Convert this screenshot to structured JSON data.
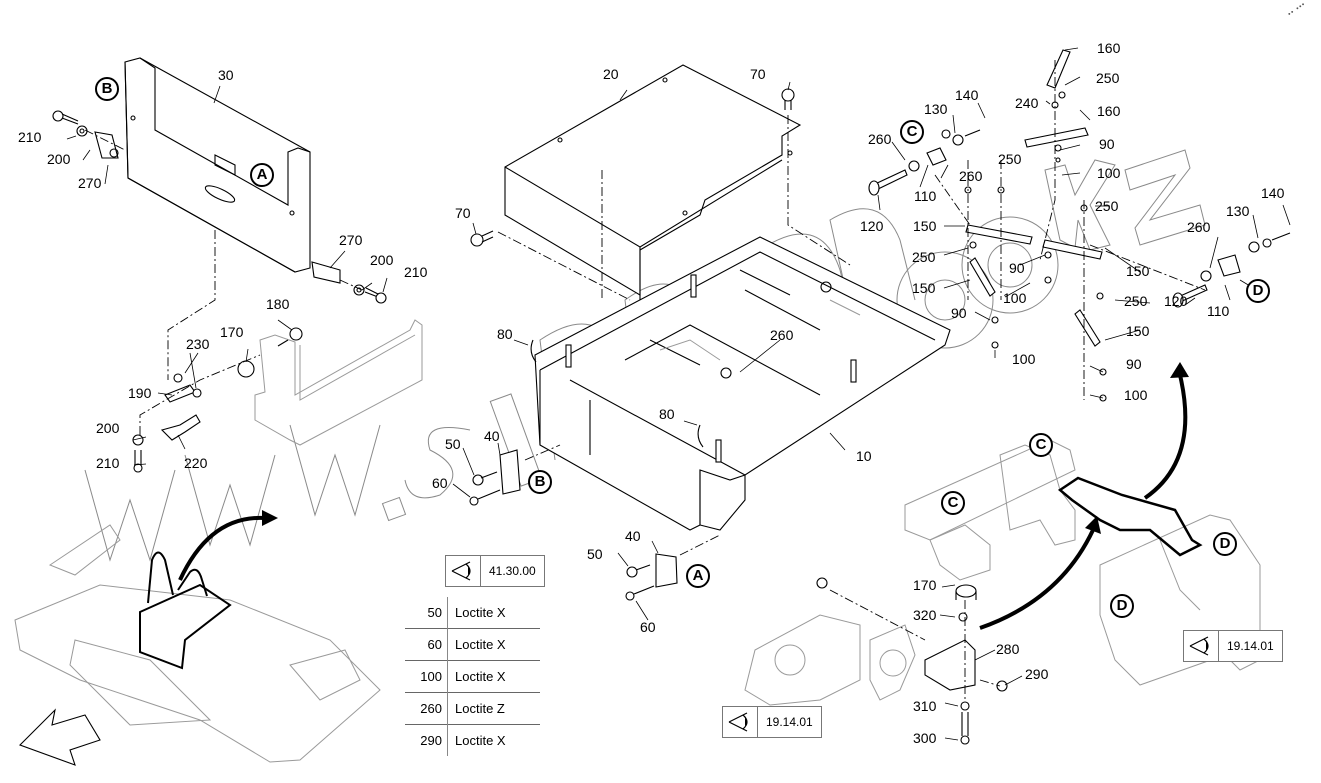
{
  "diagram": {
    "type": "exploded parts diagram",
    "subject": "paver operator platform / frame assembly",
    "watermark": "www.simkom.kz"
  },
  "callouts": {
    "c30": "30",
    "c210a": "210",
    "c200a": "200",
    "c270a": "270",
    "c270b": "270",
    "c200b": "200",
    "c210b": "210",
    "c180": "180",
    "c170a": "170",
    "c230": "230",
    "c190": "190",
    "c200c": "200",
    "c220": "220",
    "c210c": "210",
    "c20": "20",
    "c70a": "70",
    "c70b": "70",
    "c80a": "80",
    "c80b": "80",
    "c260a": "260",
    "c10": "10",
    "c50a": "50",
    "c40a": "40",
    "c60a": "60",
    "c40b": "40",
    "c50b": "50",
    "c60b": "60",
    "c160a": "160",
    "c250a": "250",
    "c240": "240",
    "c160b": "160",
    "c140a": "140",
    "c130a": "130",
    "c260b": "260",
    "c260c": "260",
    "c90a": "90",
    "c250b": "250",
    "c100a": "100",
    "c110a": "110",
    "c120a": "120",
    "c250c": "250",
    "c150a": "150",
    "c250d": "250",
    "c90b": "90",
    "c150b": "150",
    "c100b": "100",
    "c90c": "90",
    "c100c": "100",
    "c150c": "150",
    "c250e": "250",
    "c150d": "150",
    "c90d": "90",
    "c100d": "100",
    "c140b": "140",
    "c130b": "130",
    "c260d": "260",
    "c110b": "110",
    "c120b": "120",
    "c170b": "170",
    "c320": "320",
    "c280": "280",
    "c290": "290",
    "c310": "310",
    "c300": "300"
  },
  "reference_markers": {
    "a1": "A",
    "a2": "A",
    "b1": "B",
    "b2": "B",
    "c1": "C",
    "c2": "C",
    "c3": "C",
    "d1": "D",
    "d2": "D",
    "d3": "D"
  },
  "view_references": [
    {
      "icon": "eye-view-icon",
      "code": "41.30.00"
    },
    {
      "icon": "eye-view-icon",
      "code": "19.14.01"
    },
    {
      "icon": "eye-view-icon",
      "code": "19.14.01"
    }
  ],
  "loctite_table": {
    "rows": [
      {
        "item": "50",
        "compound": "Loctite X"
      },
      {
        "item": "60",
        "compound": "Loctite X"
      },
      {
        "item": "100",
        "compound": "Loctite X"
      },
      {
        "item": "260",
        "compound": "Loctite Z"
      },
      {
        "item": "290",
        "compound": "Loctite X"
      }
    ]
  },
  "corner_mark": "•• •••"
}
